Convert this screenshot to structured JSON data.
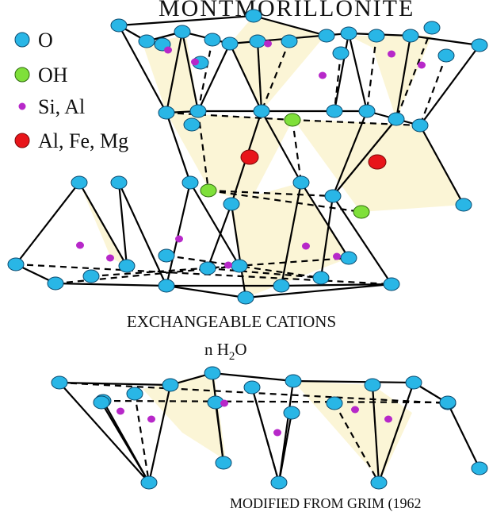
{
  "title": "MONTMORILLONITE",
  "legend": [
    {
      "label": "O",
      "color": "#29b6e6"
    },
    {
      "label": "OH",
      "color": "#7fe03a"
    },
    {
      "label": "Si, Al",
      "color": "#b728c9"
    },
    {
      "label": "Al, Fe, Mg",
      "color": "#e8151a"
    }
  ],
  "interlayer": {
    "cations_label": "EXCHANGEABLE  CATIONS",
    "water_label": {
      "prefix": "n H",
      "subscript": "2",
      "suffix": "O"
    }
  },
  "credit": "MODIFIED FROM GRIM (1962"
}
